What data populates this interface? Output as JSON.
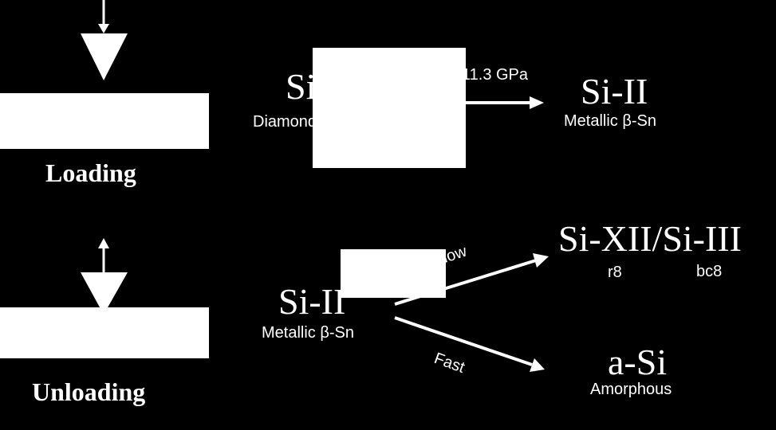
{
  "loading": {
    "label": "Loading",
    "from_phase": "Si",
    "from_structure": "Diamond",
    "pressure": "11.3 GPa",
    "to_phase": "Si-II",
    "to_structure": "Metallic β-Sn"
  },
  "unloading": {
    "label": "Unloading",
    "from_phase": "Si-II",
    "from_structure": "Metallic β-Sn",
    "slow_label": "Slow",
    "fast_label": "Fast",
    "slow_product": "Si-XII/Si-III",
    "slow_structure_1": "r8",
    "slow_structure_2": "bc8",
    "fast_product": "a-Si",
    "fast_structure": "Amorphous"
  }
}
